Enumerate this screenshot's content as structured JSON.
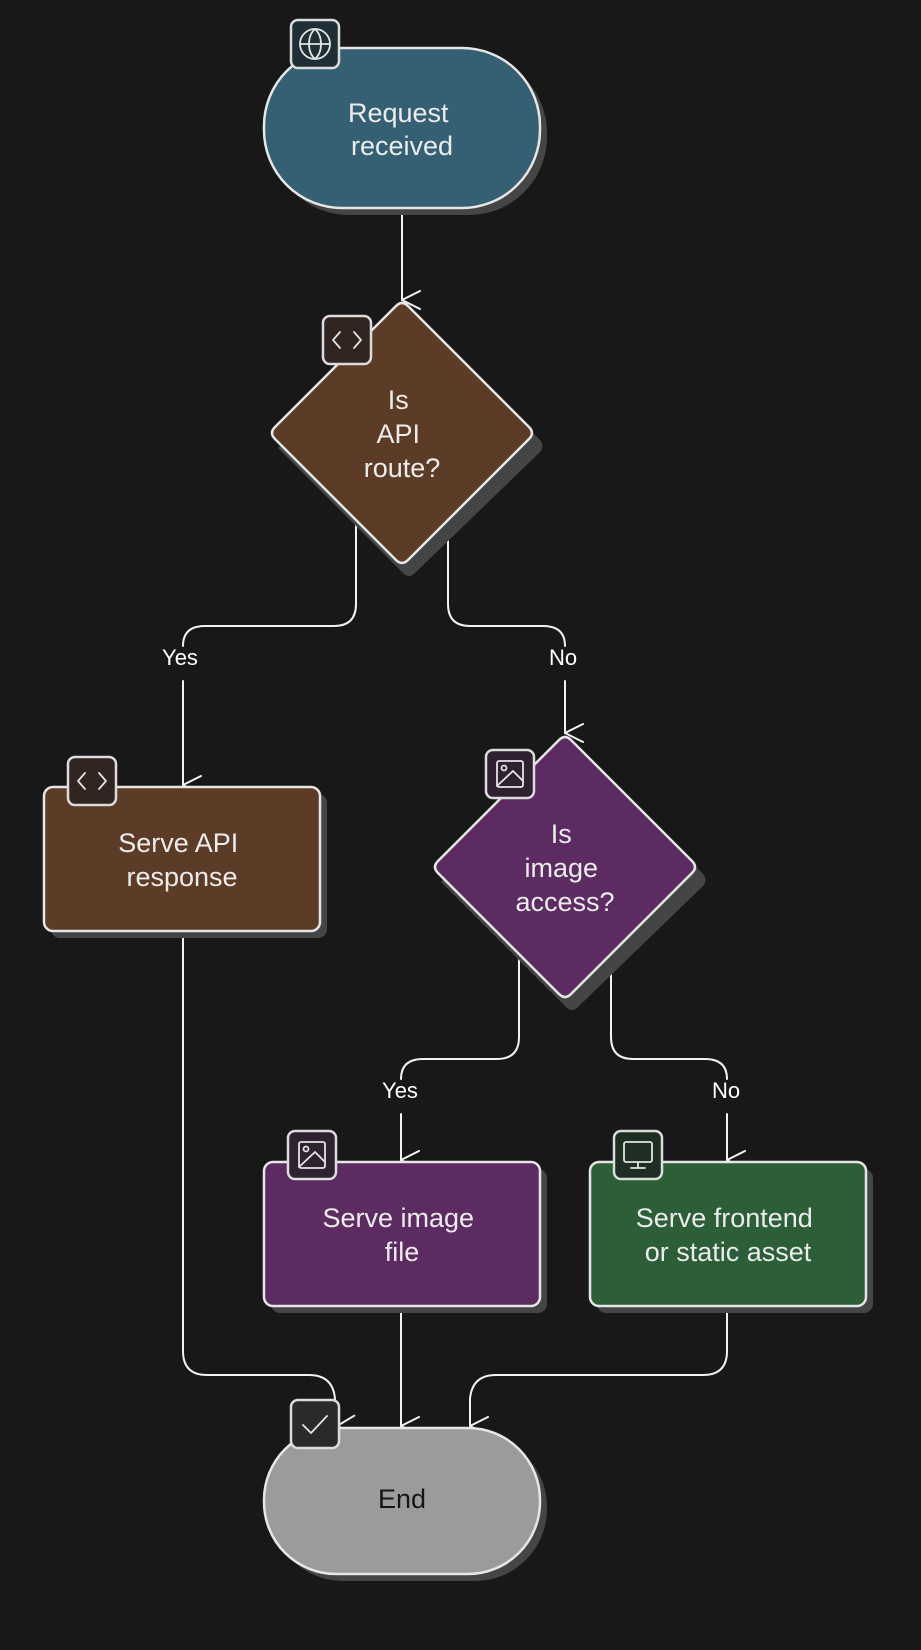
{
  "diagram": {
    "type": "flowchart",
    "background": "#181818",
    "nodes": [
      {
        "id": "start",
        "shape": "terminal",
        "lines": [
          "Request",
          "received"
        ],
        "icon": "globe-icon",
        "fill": "#355f72",
        "icon_fill": "#1f2f35"
      },
      {
        "id": "api_check",
        "shape": "decision",
        "lines": [
          "Is",
          "API",
          "route?"
        ],
        "icon": "code-icon",
        "fill": "#5d3c27",
        "icon_fill": "#302520"
      },
      {
        "id": "serve_api",
        "shape": "process",
        "lines": [
          "Serve API",
          "response"
        ],
        "icon": "code-icon",
        "fill": "#5d3c27",
        "icon_fill": "#302520"
      },
      {
        "id": "image_check",
        "shape": "decision",
        "lines": [
          "Is",
          "image",
          "access?"
        ],
        "icon": "image-icon",
        "fill": "#5c2b62",
        "icon_fill": "#2f2131"
      },
      {
        "id": "serve_image",
        "shape": "process",
        "lines": [
          "Serve image",
          "file"
        ],
        "icon": "image-icon",
        "fill": "#5c2b62",
        "icon_fill": "#2f2131"
      },
      {
        "id": "serve_frontend",
        "shape": "process",
        "lines": [
          "Serve frontend",
          "or static asset"
        ],
        "icon": "monitor-icon",
        "fill": "#2c5e37",
        "icon_fill": "#1f2e22"
      },
      {
        "id": "end",
        "shape": "terminal",
        "lines": [
          "End"
        ],
        "icon": "check-icon",
        "fill": "#9b9b9b",
        "icon_fill": "#2a2a2a"
      }
    ],
    "edges": [
      {
        "from": "start",
        "to": "api_check",
        "label": ""
      },
      {
        "from": "api_check",
        "to": "serve_api",
        "label": "Yes"
      },
      {
        "from": "api_check",
        "to": "image_check",
        "label": "No"
      },
      {
        "from": "image_check",
        "to": "serve_image",
        "label": "Yes"
      },
      {
        "from": "image_check",
        "to": "serve_frontend",
        "label": "No"
      },
      {
        "from": "serve_api",
        "to": "end",
        "label": ""
      },
      {
        "from": "serve_image",
        "to": "end",
        "label": ""
      },
      {
        "from": "serve_frontend",
        "to": "end",
        "label": ""
      }
    ]
  }
}
